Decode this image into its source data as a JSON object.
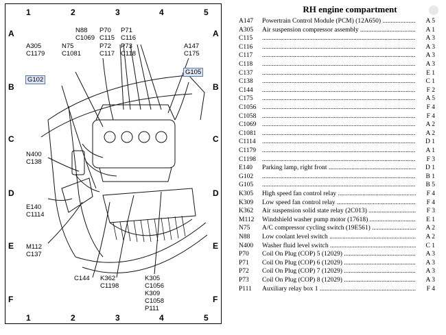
{
  "grid": {
    "columns": [
      "1",
      "2",
      "3",
      "4",
      "5"
    ],
    "rows": [
      "A",
      "B",
      "C",
      "D",
      "E",
      "F"
    ]
  },
  "callouts": {
    "n88": "N88\nC1069",
    "p70": "P70\nC115",
    "p71": "P71\nC116",
    "n75": "N75\nC1081",
    "p72": "P72\nC117",
    "p73": "P73\nC118",
    "a305": "A305\nC1179",
    "a147": "A147\nC175",
    "g102": "G102",
    "g105": "G105",
    "n400": "N400\nC138",
    "e140": "E140\nC1114",
    "m112": "M112\nC137",
    "c144": "C144",
    "k362": "K362\nC1198",
    "k305": "K305\nC1056\nK309\nC1058\nP111"
  },
  "index": {
    "title": "RH engine compartment",
    "rows": [
      {
        "code": "A147",
        "desc": "Powertrain Control Module (PCM) (12A650)",
        "loc": "A 5"
      },
      {
        "code": "A305",
        "desc": "Air suspension compressor assembly",
        "loc": "A 1"
      },
      {
        "code": "C115",
        "desc": "",
        "loc": "A 3"
      },
      {
        "code": "C116",
        "desc": "",
        "loc": "A 3"
      },
      {
        "code": "C117",
        "desc": "",
        "loc": "A 3"
      },
      {
        "code": "C118",
        "desc": "",
        "loc": "A 3"
      },
      {
        "code": "C137",
        "desc": "",
        "loc": "E 1"
      },
      {
        "code": "C138",
        "desc": "",
        "loc": "C 1"
      },
      {
        "code": "C144",
        "desc": "",
        "loc": "F 2"
      },
      {
        "code": "C175",
        "desc": "",
        "loc": "A 5"
      },
      {
        "code": "C1056",
        "desc": "",
        "loc": "F 4"
      },
      {
        "code": "C1058",
        "desc": "",
        "loc": "F 4"
      },
      {
        "code": "C1069",
        "desc": "",
        "loc": "A 2"
      },
      {
        "code": "C1081",
        "desc": "",
        "loc": "A 2"
      },
      {
        "code": "C1114",
        "desc": "",
        "loc": "D 1"
      },
      {
        "code": "C1179",
        "desc": "",
        "loc": "A 1"
      },
      {
        "code": "C1198",
        "desc": "",
        "loc": "F 3"
      },
      {
        "code": "E140",
        "desc": "Parking lamp, right front",
        "loc": "D 1"
      },
      {
        "code": "G102",
        "desc": "",
        "loc": "B 1"
      },
      {
        "code": "G105",
        "desc": "",
        "loc": "B 5"
      },
      {
        "code": "K305",
        "desc": "High speed fan control relay",
        "loc": "F 4"
      },
      {
        "code": "K309",
        "desc": "Low speed fan control relay",
        "loc": "F 4"
      },
      {
        "code": "K362",
        "desc": "Air suspension solid state relay (2C013)",
        "loc": "F 3"
      },
      {
        "code": "M112",
        "desc": "Windshield washer pump motor (17618)",
        "loc": "E 1"
      },
      {
        "code": "N75",
        "desc": "A/C compressor cycling switch (19E561)",
        "loc": "A 2"
      },
      {
        "code": "N88",
        "desc": "Low coolant level switch",
        "loc": "A 2"
      },
      {
        "code": "N400",
        "desc": "Washer fluid level switch",
        "loc": "C 1"
      },
      {
        "code": "P70",
        "desc": "Coil On Plug (COP) 5 (12029)",
        "loc": "A 3"
      },
      {
        "code": "P71",
        "desc": "Coil On Plug (COP) 6 (12029)",
        "loc": "A 3"
      },
      {
        "code": "P72",
        "desc": "Coil On Plug (COP) 7 (12029)",
        "loc": "A 3"
      },
      {
        "code": "P73",
        "desc": "Coil On Plug (COP) 8 (12029)",
        "loc": "A 3"
      },
      {
        "code": "P111",
        "desc": "Auxiliary relay box 1",
        "loc": "F 4"
      }
    ]
  }
}
